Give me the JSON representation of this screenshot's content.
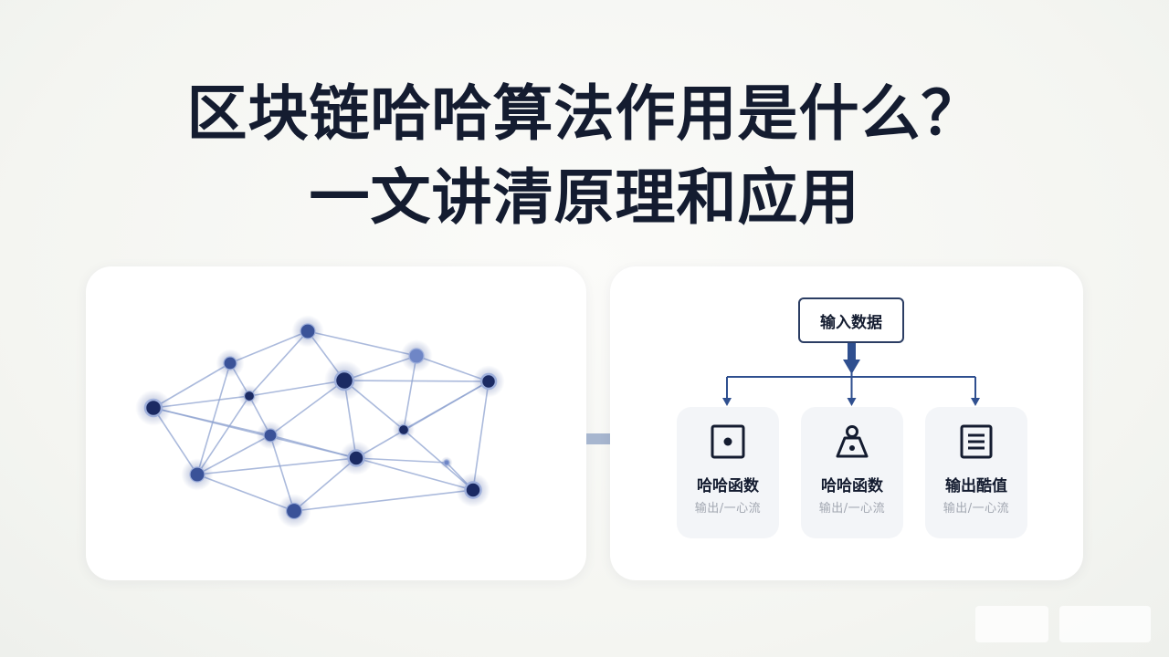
{
  "title": {
    "line1": "区块链哈哈算法作用是什么？",
    "line2": "一文讲清原理和应用"
  },
  "diagram": {
    "input_label": "输入数据",
    "cards": [
      {
        "icon": "box-target-icon",
        "label": "哈哈函数",
        "sub": "输出/一心流"
      },
      {
        "icon": "weight-icon",
        "label": "哈哈函数",
        "sub": "输出/一心流"
      },
      {
        "icon": "document-lines-icon",
        "label": "输出酷值",
        "sub": "输出/一心流"
      }
    ]
  },
  "colors": {
    "title": "#141c30",
    "node_dark": "#1b2a63",
    "node_mid": "#3a5298",
    "node_light": "#6f86c6",
    "edge": "#8fa3d0",
    "arrow_primary": "#2f4f8f",
    "flow_arrow": "#a7b6cf",
    "card_bg": "#f3f5f8"
  },
  "icons": {
    "network": "network-graph",
    "flow": "arrow-right-icon",
    "branch": "arrow-down-icon"
  }
}
